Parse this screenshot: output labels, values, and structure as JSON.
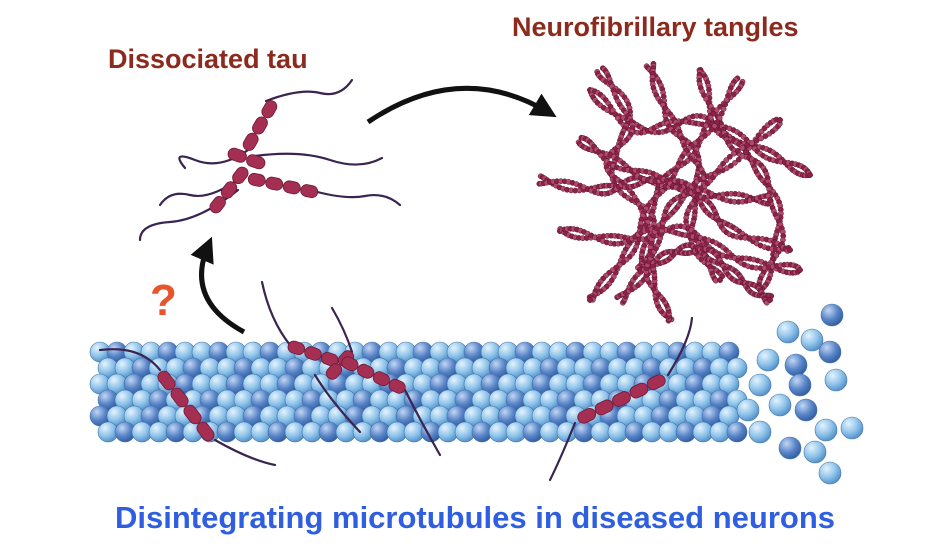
{
  "labels": {
    "dissociated_tau": "Dissociated tau",
    "neurofibrillary_tangles": "Neurofibrillary tangles",
    "question_mark": "?",
    "caption": "Disintegrating microtubules in diseased neurons"
  },
  "colors": {
    "label_dark_red": "#8b2a1d",
    "question_orange": "#e8552c",
    "caption_blue": "#2f5fe0",
    "tau_segment": "#a52f53",
    "tangle": "#8e2146",
    "tubulin_light": "#8fc3ea",
    "tubulin_dark": "#5a86c8",
    "arrow": "#111111"
  }
}
